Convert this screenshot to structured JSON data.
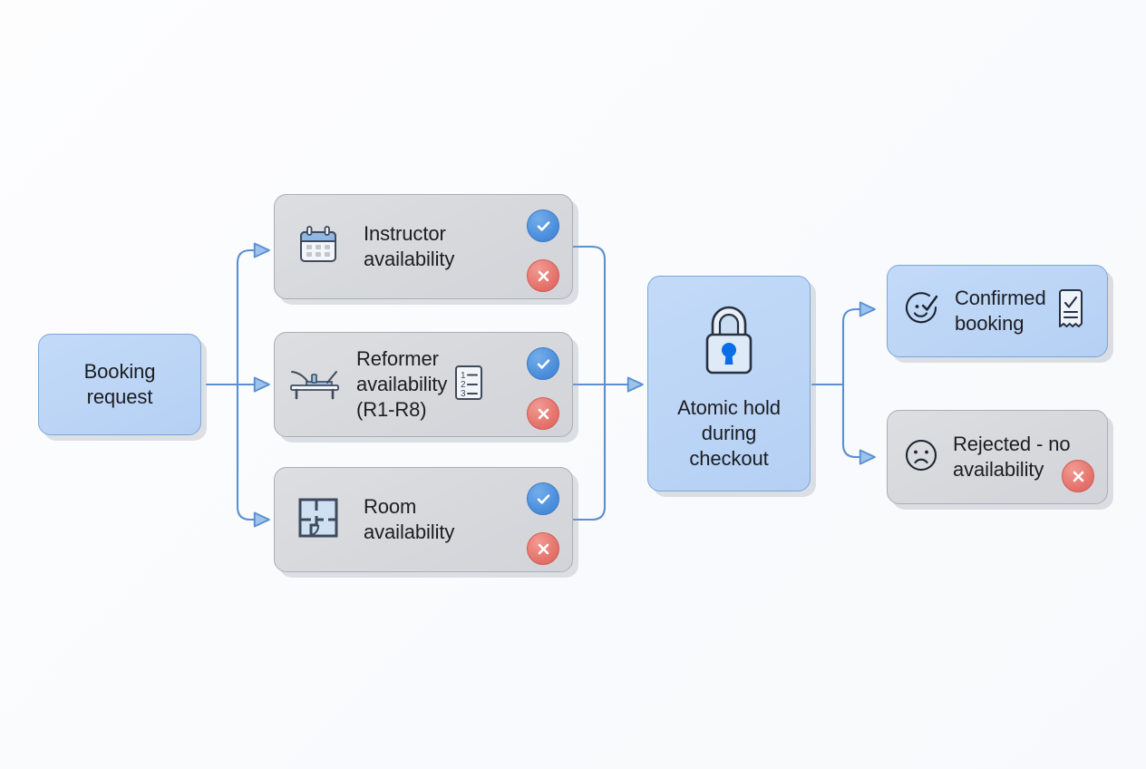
{
  "diagram": {
    "title": "Booking availability and atomic hold flow",
    "background_color": "#fafbfd",
    "colors": {
      "blue_fill": "#bcd5f6",
      "blue_stroke": "#7aa7da",
      "grey_fill": "#d6d8dc",
      "grey_stroke": "#a9aeb6",
      "connector": "#5b8fd0",
      "check_badge": "#4a8ddb",
      "cross_badge": "#e4726a",
      "text": "#1b1d21"
    }
  },
  "nodes": {
    "booking_request": {
      "label": "Booking\nrequest",
      "style": "blue",
      "icons": []
    },
    "instructor_availability": {
      "label": "Instructor\navailability",
      "style": "grey",
      "icons": [
        "calendar-icon"
      ],
      "badges": [
        "check-badge",
        "cross-badge"
      ]
    },
    "reformer_availability": {
      "label": "Reformer\navailability\n(R1-R8)",
      "style": "grey",
      "icons": [
        "reformer-icon",
        "numbered-list-icon"
      ],
      "badges": [
        "check-badge",
        "cross-badge"
      ]
    },
    "room_availability": {
      "label": "Room\navailability",
      "style": "grey",
      "icons": [
        "floorplan-icon"
      ],
      "badges": [
        "check-badge",
        "cross-badge"
      ]
    },
    "atomic_hold": {
      "label": "Atomic hold\nduring\ncheckout",
      "style": "blue",
      "icons": [
        "lock-icon"
      ]
    },
    "confirmed_booking": {
      "label": "Confirmed\nbooking",
      "style": "blue",
      "icons": [
        "smiley-check-icon",
        "receipt-icon"
      ]
    },
    "rejected_no_availability": {
      "label": "Rejected - no\navailability",
      "style": "grey",
      "icons": [
        "sad-face-icon"
      ],
      "badges": [
        "cross-badge"
      ]
    }
  },
  "edges": [
    {
      "from": "booking_request",
      "to": "instructor_availability"
    },
    {
      "from": "booking_request",
      "to": "reformer_availability"
    },
    {
      "from": "booking_request",
      "to": "room_availability"
    },
    {
      "from": "instructor_availability",
      "to": "atomic_hold"
    },
    {
      "from": "reformer_availability",
      "to": "atomic_hold"
    },
    {
      "from": "room_availability",
      "to": "atomic_hold"
    },
    {
      "from": "atomic_hold",
      "to": "confirmed_booking"
    },
    {
      "from": "atomic_hold",
      "to": "rejected_no_availability"
    }
  ]
}
